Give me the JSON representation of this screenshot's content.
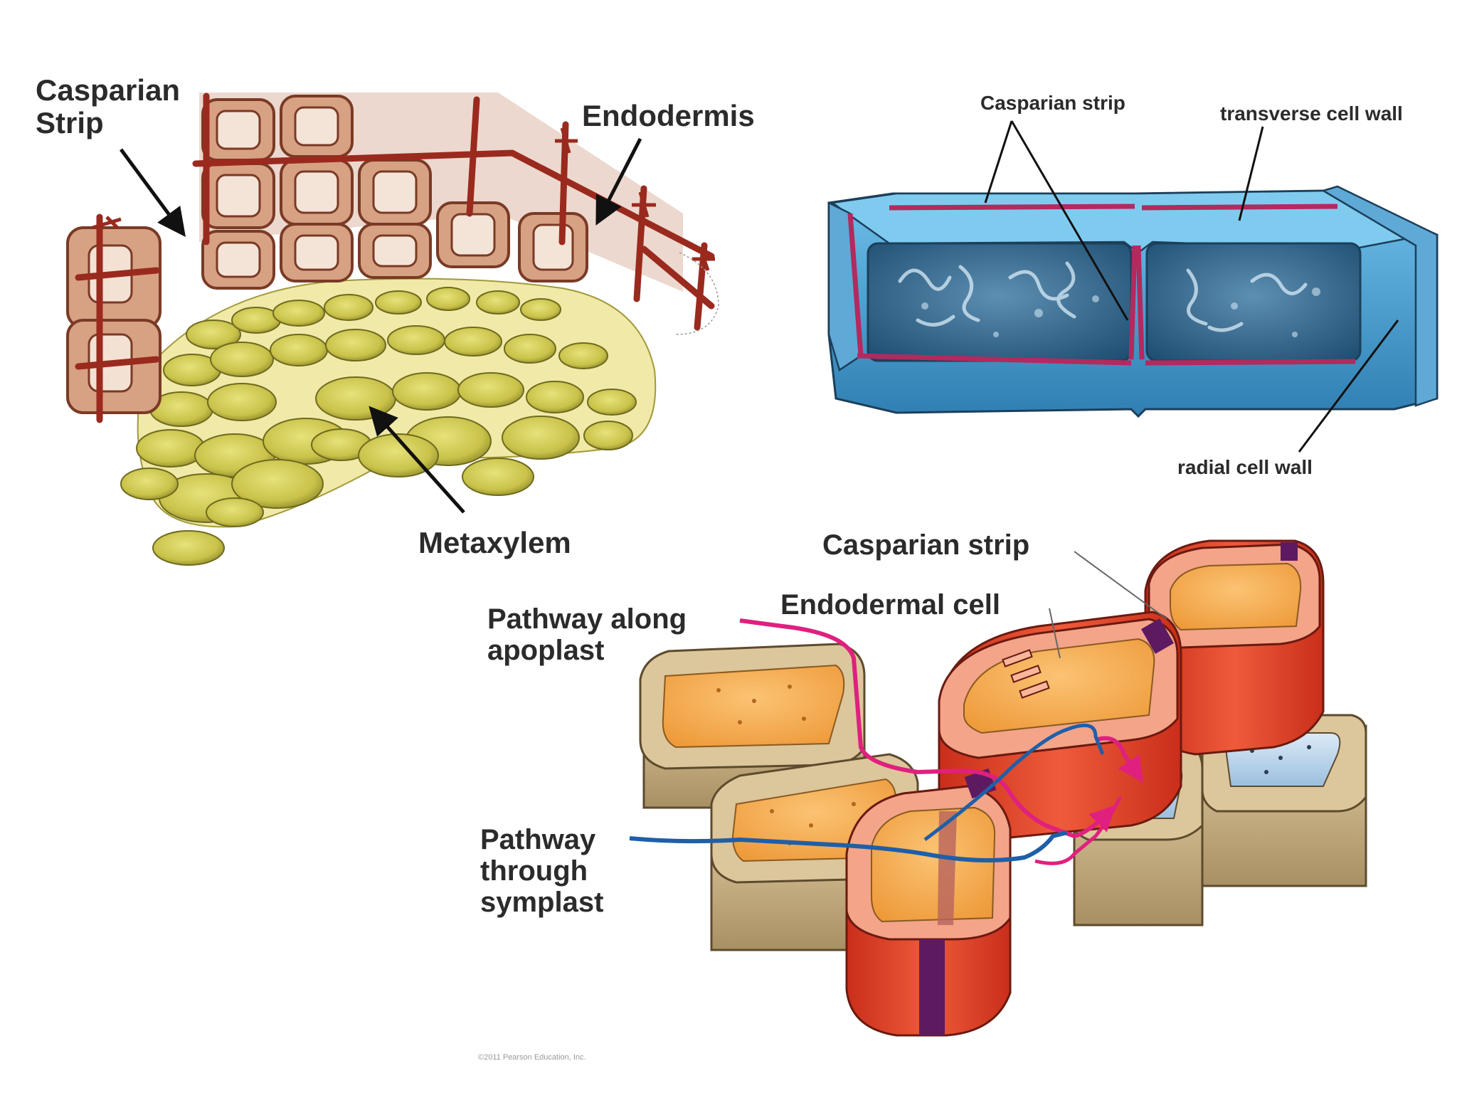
{
  "panels": {
    "root_cross_section": {
      "labels": {
        "casparian_strip": "Casparian\nStrip",
        "endodermis": "Endodermis",
        "metaxylem": "Metaxylem"
      }
    },
    "endodermal_cells": {
      "labels": {
        "casparian_strip": "Casparian strip",
        "transverse_cell_wall": "transverse cell wall",
        "radial_cell_wall": "radial cell wall"
      }
    },
    "water_pathways": {
      "labels": {
        "casparian_strip": "Casparian strip",
        "endodermal_cell": "Endodermal cell",
        "apoplast_pathway": "Pathway along\napoplast",
        "symplast_pathway": "Pathway\nthrough\nsymplast"
      },
      "credit": "©2011 Pearson Education, Inc."
    }
  },
  "colors": {
    "cell_wall_red": "#8e3a26",
    "xylem_yellow": "#c9c24a",
    "endodermis_blue": "#4a9fd0",
    "casparian_magenta": "#b22a5e",
    "apoplast_pink": "#e0207e",
    "symplast_blue": "#1f5fa8",
    "cell_tan": "#c9b48a",
    "cytoplasm_orange": "#f5a544",
    "endodermis_red": "#e2442a",
    "strip_purple": "#5e1a60"
  }
}
